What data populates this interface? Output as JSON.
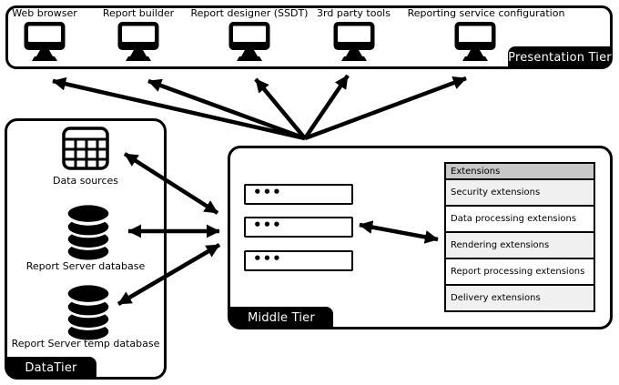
{
  "presentation_tier": {
    "label": "Presentation Tier",
    "clients": [
      {
        "icon": "monitor-icon",
        "label": "Web browser"
      },
      {
        "icon": "monitor-icon",
        "label": "Report builder"
      },
      {
        "icon": "monitor-icon",
        "label": "Report designer (SSDT)"
      },
      {
        "icon": "monitor-icon",
        "label": "3rd party tools"
      },
      {
        "icon": "monitor-icon",
        "label": "Reporting service configuration"
      }
    ]
  },
  "middle_tier": {
    "label": "Middle Tier",
    "service_boxes": [
      {
        "dots": "•••"
      },
      {
        "dots": "•••"
      },
      {
        "dots": "•••"
      }
    ],
    "extensions": {
      "header": "Extensions",
      "rows": [
        "Security extensions",
        "Data processing extensions",
        "Rendering extensions",
        "Report processing extensions",
        "Delivery extensions"
      ]
    }
  },
  "data_tier": {
    "label": "DataTier",
    "items": [
      {
        "icon": "data-table-icon",
        "label": "Data sources"
      },
      {
        "icon": "database-icon",
        "label": "Report Server database"
      },
      {
        "icon": "database-icon",
        "label": "Report Server temp database"
      }
    ]
  },
  "colors": {
    "line": "#000000",
    "table_header_bg": "#c8c8c8",
    "table_row_alt_bg": "#f0f0f0",
    "tag_bg": "#000000",
    "tag_text": "#ffffff"
  }
}
